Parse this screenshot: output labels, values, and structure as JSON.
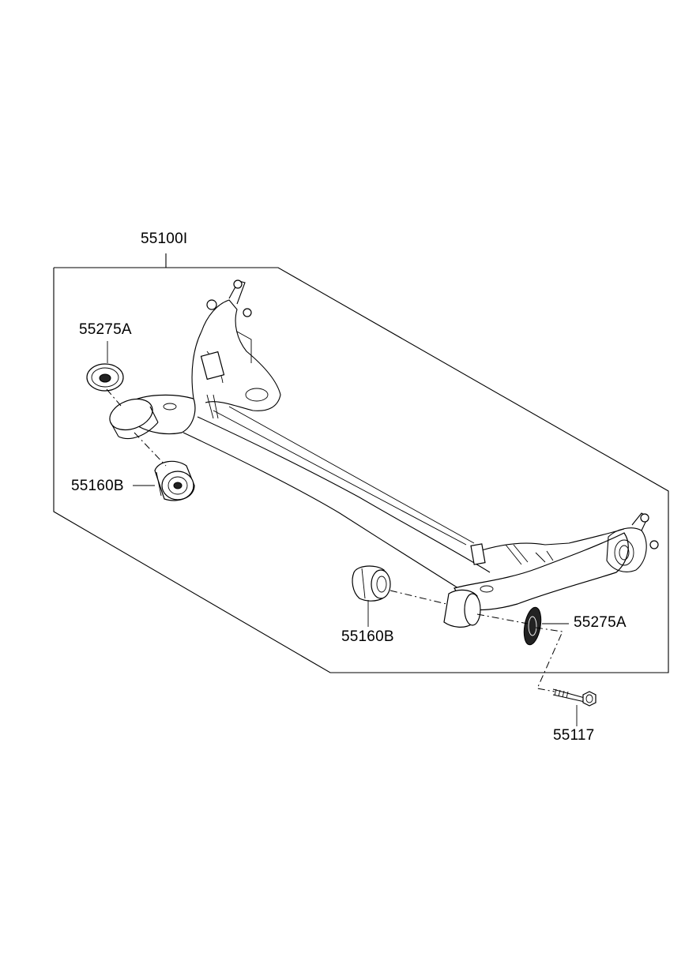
{
  "labels": {
    "assembly": "55100I",
    "washer_left": "55275A",
    "bushing_left": "55160B",
    "bushing_right": "55160B",
    "washer_right": "55275A",
    "bolt": "55117"
  },
  "colors": {
    "ink": "#000000",
    "background": "#ffffff"
  }
}
